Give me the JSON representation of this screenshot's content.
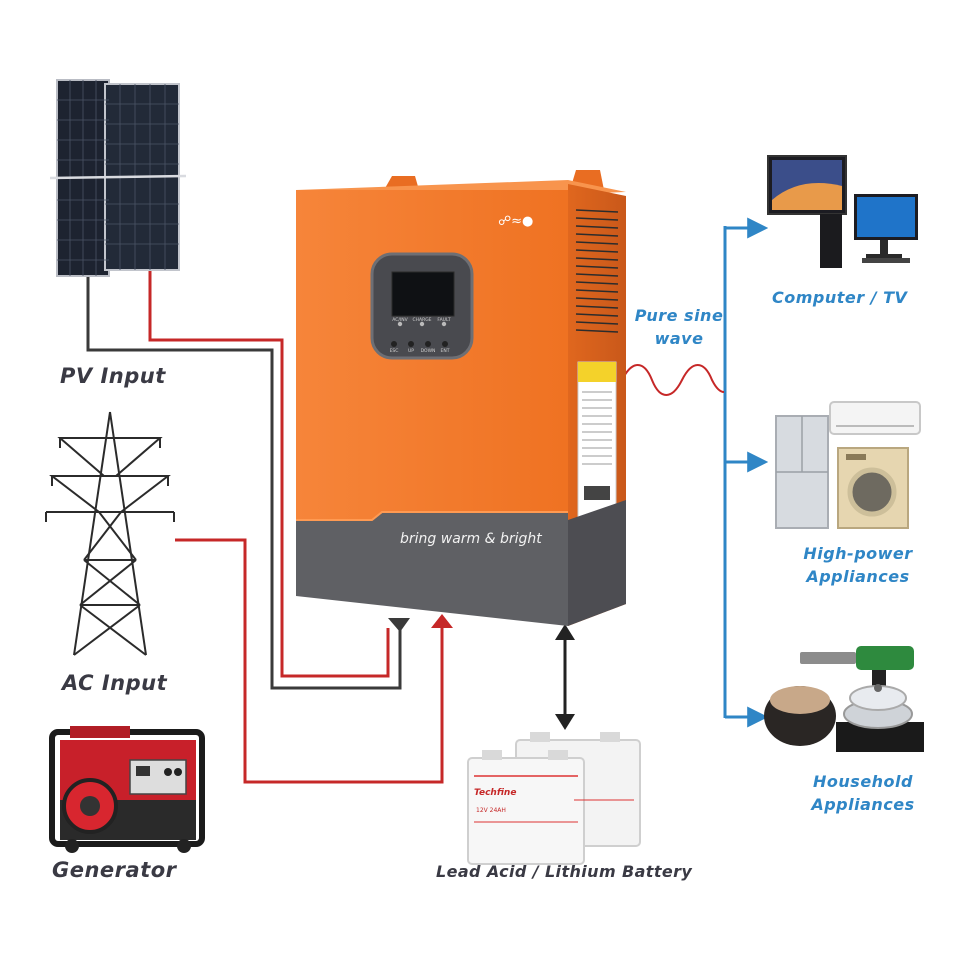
{
  "inputs": {
    "pv": "PV Input",
    "ac": "AC Input",
    "generator": "Generator"
  },
  "outputs": {
    "wave": "Pure sine wave",
    "computer": "Computer / TV",
    "high_power": "High-power Appliances",
    "household": "Household Appliances"
  },
  "battery": "Lead Acid / Lithium Battery",
  "inverter": {
    "slogan": "bring warm & bright",
    "led_labels": [
      "AC/INV",
      "CHARGE",
      "FAULT"
    ],
    "button_labels": [
      "ESC",
      "UP",
      "DOWN",
      "ENT"
    ]
  },
  "battery_brand": "Techfine",
  "battery_spec": "12V 24AH",
  "colors": {
    "inverter_body": "#f47a29",
    "inverter_panel": "#5f6064",
    "ac_wire": "#c62828",
    "dc_wire": "#3a3a3a",
    "output_line": "#2f86c6"
  }
}
